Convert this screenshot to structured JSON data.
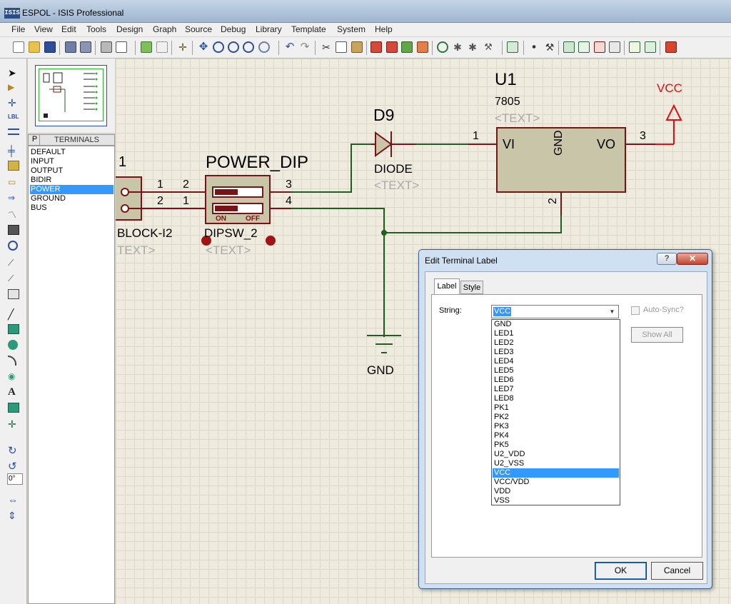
{
  "window": {
    "title": "ESPOL - ISIS Professional",
    "logo_text": "ISIS"
  },
  "menu": [
    "File",
    "View",
    "Edit",
    "Tools",
    "Design",
    "Graph",
    "Source",
    "Debug",
    "Library",
    "Template",
    "System",
    "Help"
  ],
  "toolbar_icons": [
    "new-file-icon",
    "open-file-icon",
    "save-icon",
    "import-icon",
    "export-icon",
    "print-icon",
    "print-area-icon",
    "refresh-icon",
    "grid-icon",
    "origin-icon",
    "pan-icon",
    "zoom-in-icon",
    "zoom-out-icon",
    "zoom-all-icon",
    "zoom-area-icon",
    "undo-icon",
    "redo-icon",
    "cut-icon",
    "copy-icon",
    "paste-icon",
    "block-copy-icon",
    "block-move-icon",
    "block-rotate-icon",
    "block-delete-icon",
    "pick-device-icon",
    "make-device-icon",
    "packaging-tool-icon",
    "decompose-icon",
    "wire-autorouter-icon",
    "search-tag-icon",
    "property-assignment-icon",
    "design-explorer-icon",
    "new-sheet-icon",
    "remove-sheet-icon",
    "exit-to-parent-icon",
    "bill-of-materials-icon",
    "electrical-rules-check-icon",
    "netlist-to-ares-icon"
  ],
  "left_tools": [
    "selection-mode-icon",
    "component-mode-icon",
    "junction-dot-icon",
    "wire-label-icon",
    "text-script-icon",
    "buses-icon",
    "subcircuit-icon",
    "terminals-mode-icon",
    "device-pins-icon",
    "graph-mode-icon",
    "tape-recorder-icon",
    "generator-icon",
    "voltage-probe-icon",
    "current-probe-icon",
    "virtual-instruments-icon",
    "line-2d-icon",
    "box-2d-icon",
    "circle-2d-icon",
    "arc-2d-icon",
    "path-2d-icon",
    "text-2d-icon",
    "symbol-2d-icon",
    "markers-icon",
    "rotate-clockwise-icon",
    "rotate-anticlockwise-icon",
    "x-mirror-icon",
    "y-mirror-icon"
  ],
  "angle": "0°",
  "terminals": {
    "tab_p": "P",
    "title": "TERMINALS",
    "items": [
      "DEFAULT",
      "INPUT",
      "OUTPUT",
      "BIDIR",
      "POWER",
      "GROUND",
      "BUS"
    ],
    "selected": "POWER"
  },
  "schematic": {
    "block_ref": "1",
    "block_name": "BLOCK-I2",
    "block_text": "TEXT>",
    "block_pin1": "1",
    "block_pin2": "2",
    "dip_title": "POWER_DIP",
    "dip_name": "DIPSW_2",
    "dip_text": "<TEXT>",
    "dip_on": "ON",
    "dip_off": "OFF",
    "dip_pin_l1": "2",
    "dip_pin_l2": "1",
    "dip_pin_r1": "3",
    "dip_pin_r2": "4",
    "diode_ref": "D9",
    "diode_name": "DIODE",
    "diode_text": "<TEXT>",
    "reg_ref": "U1",
    "reg_name": "7805",
    "reg_text": "<TEXT>",
    "reg_vi": "VI",
    "reg_vo": "VO",
    "reg_gnd": "GND",
    "reg_pin1": "1",
    "reg_pin2": "2",
    "reg_pin3": "3",
    "vcc_label": "VCC",
    "gnd_label": "GND",
    "colors": {
      "wire": "#1e5e1e",
      "component": "#7a1414",
      "component_fill": "#c9c5a8",
      "power": "#dd1111"
    }
  },
  "dialog": {
    "title": "Edit Terminal Label",
    "help": "?",
    "close": "✕",
    "tabs": [
      "Label",
      "Style"
    ],
    "string_label": "String:",
    "string_value": "VCC",
    "options": [
      "GND",
      "LED1",
      "LED2",
      "LED3",
      "LED4",
      "LED5",
      "LED6",
      "LED7",
      "LED8",
      "PK1",
      "PK2",
      "PK3",
      "PK4",
      "PK5",
      "U2_VDD",
      "U2_VSS",
      "VCC",
      "VCC/VDD",
      "VDD",
      "VSS"
    ],
    "selected": "VCC",
    "auto_sync": "Auto-Sync?",
    "show_all": "Show All",
    "ok": "OK",
    "cancel": "Cancel"
  }
}
